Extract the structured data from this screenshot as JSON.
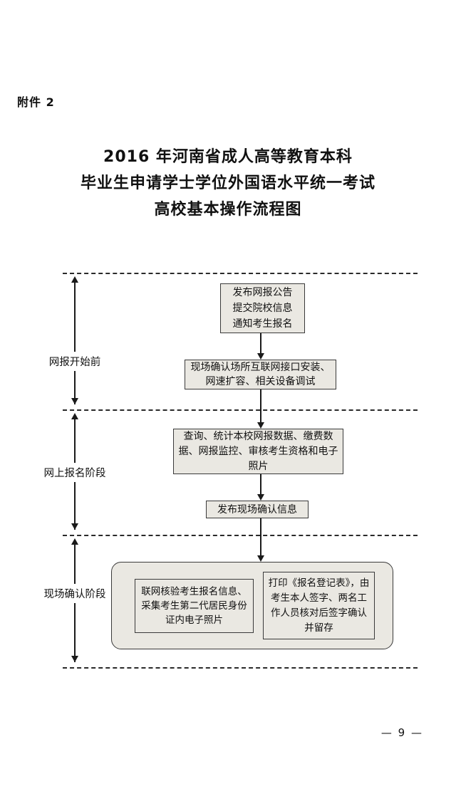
{
  "doc": {
    "attachment_label": "附件 2",
    "title_lines": [
      "2016 年河南省成人高等教育本科",
      "毕业生申请学士学位外国语水平统一考试",
      "高校基本操作流程图"
    ],
    "page_number": "— 9 —"
  },
  "flowchart": {
    "phase_labels": [
      "网报开始前",
      "网上报名阶段",
      "现场确认阶段"
    ],
    "nodes": {
      "announce": "发布网报公告\n提交院校信息\n通知考生报名",
      "site_setup": "现场确认场所互联网接口安装、网速扩容、相关设备调试",
      "query_audit": "查询、统计本校网报数据、缴费数据、网报监控、审核考生资格和电子照片",
      "publish_confirm_info": "发布现场确认信息",
      "online_verify_collect": "联网核验考生报名信息、采集考生第二代居民身份证内电子照片",
      "print_register_form": "打印《报名登记表》，由考生本人签字、两名工作人员核对后签字确认并留存"
    }
  }
}
